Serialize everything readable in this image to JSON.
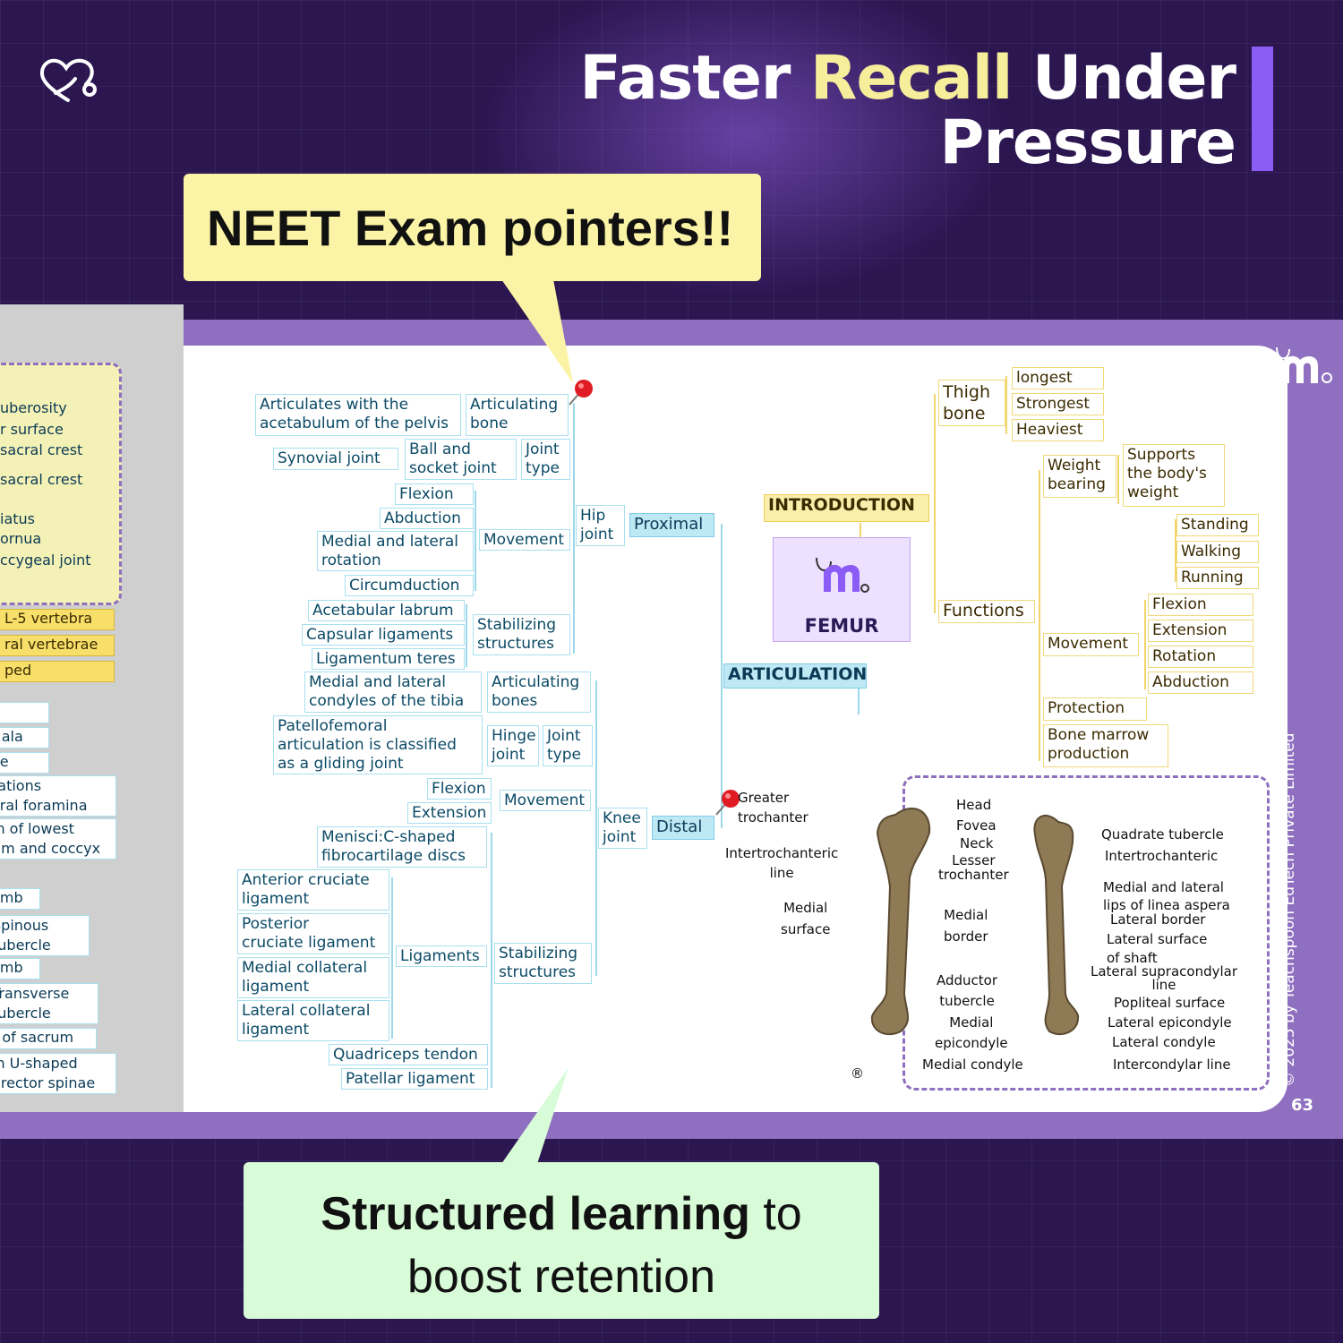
{
  "header": {
    "title_part1": "Faster",
    "title_highlight": "Recall",
    "title_part2": "Under",
    "title_line2": "Pressure"
  },
  "callouts": {
    "top": "NEET Exam pointers!!",
    "bottom_bold": "Structured learning",
    "bottom_rest": " to",
    "bottom_line2": "boost retention"
  },
  "colors": {
    "background": "#2b1650",
    "highlight": "#f6ee9a",
    "accent_bar": "#8b5cf6",
    "top_callout": "#fbf3a5",
    "bottom_callout": "#d8fbd8"
  },
  "left_page": {
    "box_lines": [
      "uberosity",
      "r surface",
      "sacral crest",
      "sacral crest",
      "iatus",
      "ornua",
      "ccygeal joint"
    ],
    "yellow_rows": [
      "L-5 vertebra",
      "ral vertebrae",
      "ped"
    ],
    "cyan_rows": [
      "",
      "f ala",
      "ce",
      "tations",
      "cral foramina",
      "in of lowest",
      "um and coccyx",
      "limb",
      "Spinous",
      "tubercle",
      "limb",
      "Transverse",
      "tubercle",
      "t of sacrum",
      "in U-shaped",
      "erector spinae"
    ]
  },
  "mindmap": {
    "center": "FEMUR",
    "articulation": "ARTICULATION",
    "introduction": "INTRODUCTION",
    "proximal": "Proximal",
    "distal": "Distal",
    "hip_joint": "Hip\njoint",
    "knee_joint": "Knee\njoint",
    "hip": {
      "articulating_bone": "Articulating\nbone",
      "articulates_with": "Articulates with the\nacetabulum of the pelvis",
      "joint_type": "Joint\ntype",
      "ball_socket": "Ball and\nsocket joint",
      "synovial": "Synovial joint",
      "movement": "Movement",
      "movements": [
        "Flexion",
        "Abduction",
        "Medial and lateral\nrotation",
        "Circumduction"
      ],
      "stabilizing": "Stabilizing\nstructures",
      "structures": [
        "Acetabular labrum",
        "Capsular ligaments",
        "Ligamentum teres"
      ]
    },
    "knee": {
      "articulating_bones": "Articulating\nbones",
      "condyles": "Medial and lateral\ncondyles of the tibia",
      "joint_type": "Joint\ntype",
      "hinge": "Hinge\njoint",
      "patellofemoral": "Patellofemoral\narticulation is classified\nas a gliding joint",
      "movement": "Movement",
      "movements": [
        "Flexion",
        "Extension"
      ],
      "stabilizing": "Stabilizing\nstructures",
      "menisci": "Menisci:C-shaped\nfibrocartilage discs",
      "ligaments": "Ligaments",
      "ligament_list": [
        "Anterior cruciate\nligament",
        "Posterior\ncruciate ligament",
        "Medial collateral\nligament",
        "Lateral collateral\nligament"
      ],
      "quadriceps": "Quadriceps tendon",
      "patellar": "Patellar ligament"
    },
    "intro": {
      "thigh_bone": "Thigh\nbone",
      "thigh_props": [
        "longest",
        "Strongest",
        "Heaviest"
      ],
      "functions": "Functions",
      "weight_bearing": "Weight\nbearing",
      "supports": "Supports\nthe body's\nweight",
      "wb_list": [
        "Standing",
        "Walking",
        "Running"
      ],
      "movement": "Movement",
      "mv_list": [
        "Flexion",
        "Extension",
        "Rotation",
        "Abduction"
      ],
      "protection": "Protection",
      "marrow": "Bone marrow\nproduction"
    }
  },
  "femur_labels": {
    "greater_trochanter": "Greater\ntrochanter",
    "intertrochanteric_line": "Intertrochanteric\nline",
    "medial_surface": "Medial\nsurface",
    "head": "Head",
    "fovea": "Fovea",
    "neck": "Neck",
    "lesser_trochanter": "Lesser\ntrochanter",
    "medial_border": "Medial\nborder",
    "adductor_tubercle": "Adductor\ntubercle",
    "medial_epicondyle": "Medial\nepicondyle",
    "medial_condyle": "Medial condyle",
    "quadrate_tubercle": "Quadrate tubercle",
    "intertrochanteric": "Intertrochanteric",
    "lips_linea": "Medial and lateral\nlips of linea aspera",
    "lateral_border": "Lateral border",
    "lateral_surface": "Lateral surface\nof shaft",
    "lateral_supracondylar": "Lateral supracondylar\nline",
    "popliteal": "Popliteal surface",
    "lateral_epicondyle": "Lateral epicondyle",
    "lateral_condyle": "Lateral condyle",
    "intercondylar": "Intercondylar line",
    "registered": "®"
  },
  "footer": {
    "copyright": "© 2025 by Teachspoon EdTech Private Limited",
    "page_number": "63"
  }
}
